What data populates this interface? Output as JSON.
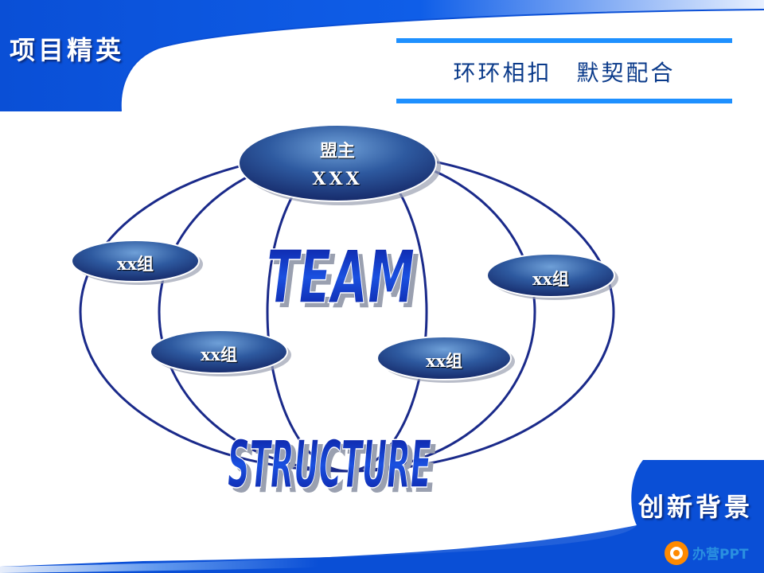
{
  "header": {
    "title": "项目精英"
  },
  "slogan": "环环相扣　默契配合",
  "footer": {
    "title": "创新背景"
  },
  "diagram": {
    "leader": {
      "role": "盟主",
      "name": "XXX"
    },
    "groups": [
      "xx组",
      "xx组",
      "xx组",
      "xx组"
    ],
    "word_top": "TEAM",
    "word_bottom": "STRUCTURE"
  },
  "colors": {
    "primary_blue": "#0a4fd6",
    "dark_blue": "#1a2a8a",
    "accent_blue": "#1e90ff"
  },
  "watermark": {
    "text": "办营PPT"
  }
}
